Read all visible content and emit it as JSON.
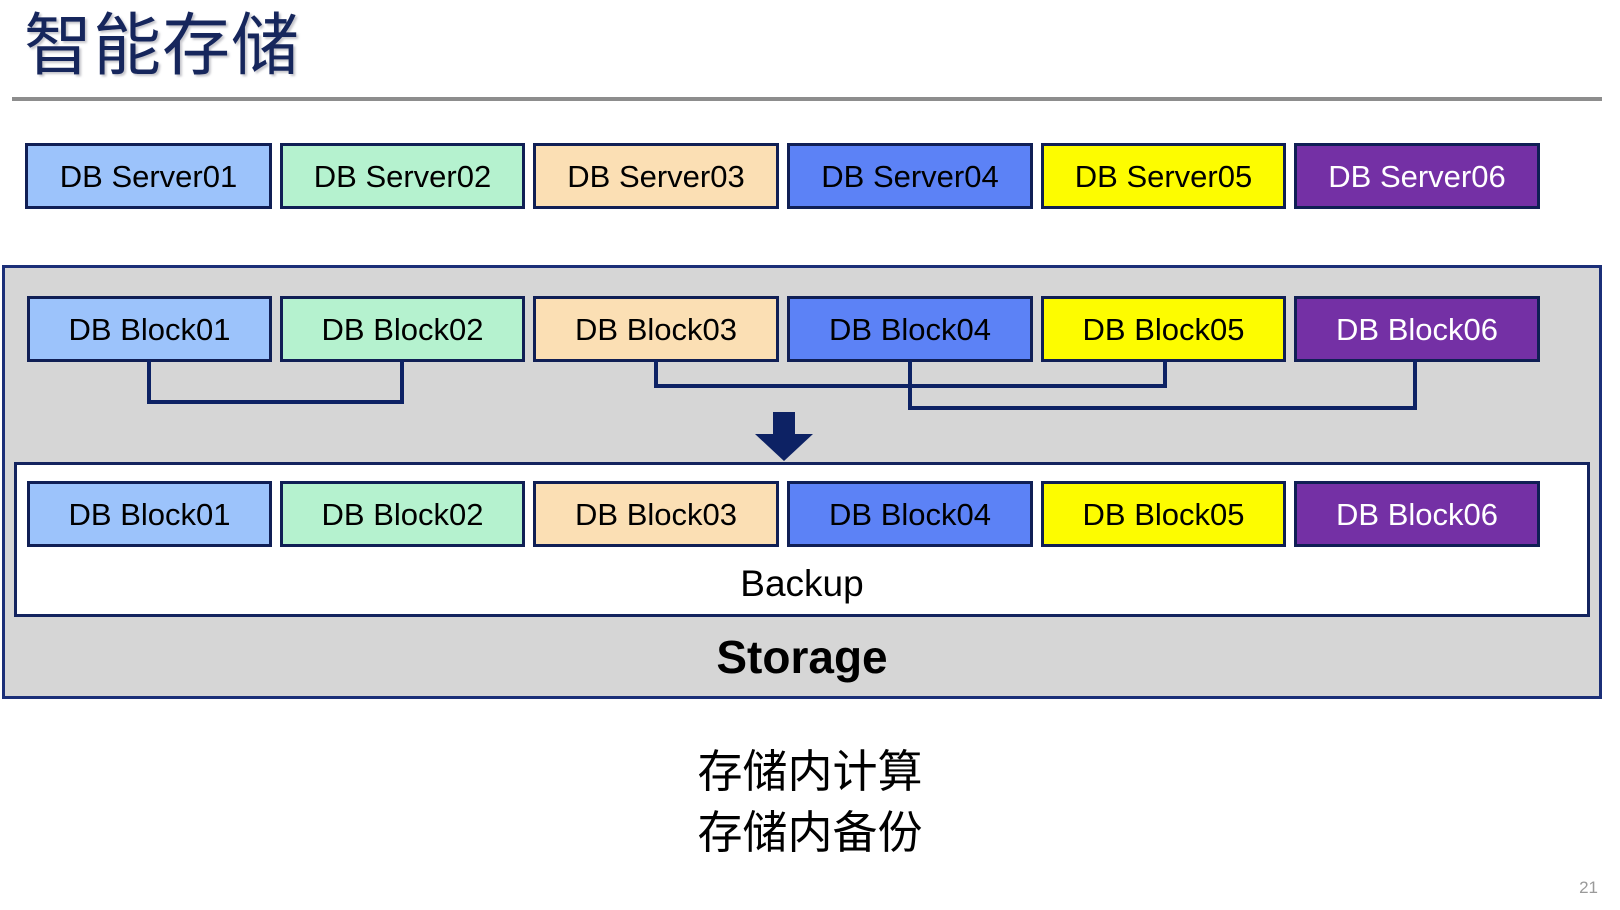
{
  "slide": {
    "title": "智能存储",
    "page_number": "21"
  },
  "servers": {
    "items": [
      {
        "label": "DB Server01",
        "color": "#9cc3fb",
        "text_color": "#000000"
      },
      {
        "label": "DB Server02",
        "color": "#b5f2cf",
        "text_color": "#000000"
      },
      {
        "label": "DB Server03",
        "color": "#fbdfb4",
        "text_color": "#000000"
      },
      {
        "label": "DB Server04",
        "color": "#5c82f6",
        "text_color": "#000000"
      },
      {
        "label": "DB Server05",
        "color": "#fdfc00",
        "text_color": "#000000"
      },
      {
        "label": "DB Server06",
        "color": "#7430a5",
        "text_color": "#ffffff"
      }
    ]
  },
  "storage": {
    "label": "Storage",
    "background": "#d6d6d6",
    "border_color": "#1b2f78",
    "primary_blocks": [
      {
        "label": "DB Block01",
        "color": "#9cc3fb",
        "text_color": "#000000"
      },
      {
        "label": "DB Block02",
        "color": "#b5f2cf",
        "text_color": "#000000"
      },
      {
        "label": "DB Block03",
        "color": "#fbdfb4",
        "text_color": "#000000"
      },
      {
        "label": "DB Block04",
        "color": "#5c82f6",
        "text_color": "#000000"
      },
      {
        "label": "DB Block05",
        "color": "#fdfc00",
        "text_color": "#000000"
      },
      {
        "label": "DB Block06",
        "color": "#7430a5",
        "text_color": "#ffffff"
      }
    ],
    "backup": {
      "label": "Backup",
      "background": "#ffffff",
      "border_color": "#14245f",
      "blocks": [
        {
          "label": "DB Block01",
          "color": "#9cc3fb",
          "text_color": "#000000"
        },
        {
          "label": "DB Block02",
          "color": "#b5f2cf",
          "text_color": "#000000"
        },
        {
          "label": "DB Block03",
          "color": "#fbdfb4",
          "text_color": "#000000"
        },
        {
          "label": "DB Block04",
          "color": "#5c82f6",
          "text_color": "#000000"
        },
        {
          "label": "DB Block05",
          "color": "#fdfc00",
          "text_color": "#000000"
        },
        {
          "label": "DB Block06",
          "color": "#7430a5",
          "text_color": "#ffffff"
        }
      ]
    },
    "arrow": {
      "direction": "down",
      "color": "#0d2264"
    },
    "connectors": {
      "line_color": "#0d2264",
      "pairs": [
        {
          "from": "DB Block01",
          "to": "DB Block02",
          "depth": "lower"
        },
        {
          "from": "DB Block03",
          "to": "DB Block05",
          "depth": "upper"
        },
        {
          "from": "DB Block04",
          "to": "DB Block06",
          "depth": "lower"
        }
      ]
    }
  },
  "captions": {
    "line1": "存储内计算",
    "line2": "存储内备份"
  },
  "theme": {
    "title_color": "#16265c",
    "rule_color": "#8d8d8d",
    "page_number_color": "#9a9a9a"
  }
}
